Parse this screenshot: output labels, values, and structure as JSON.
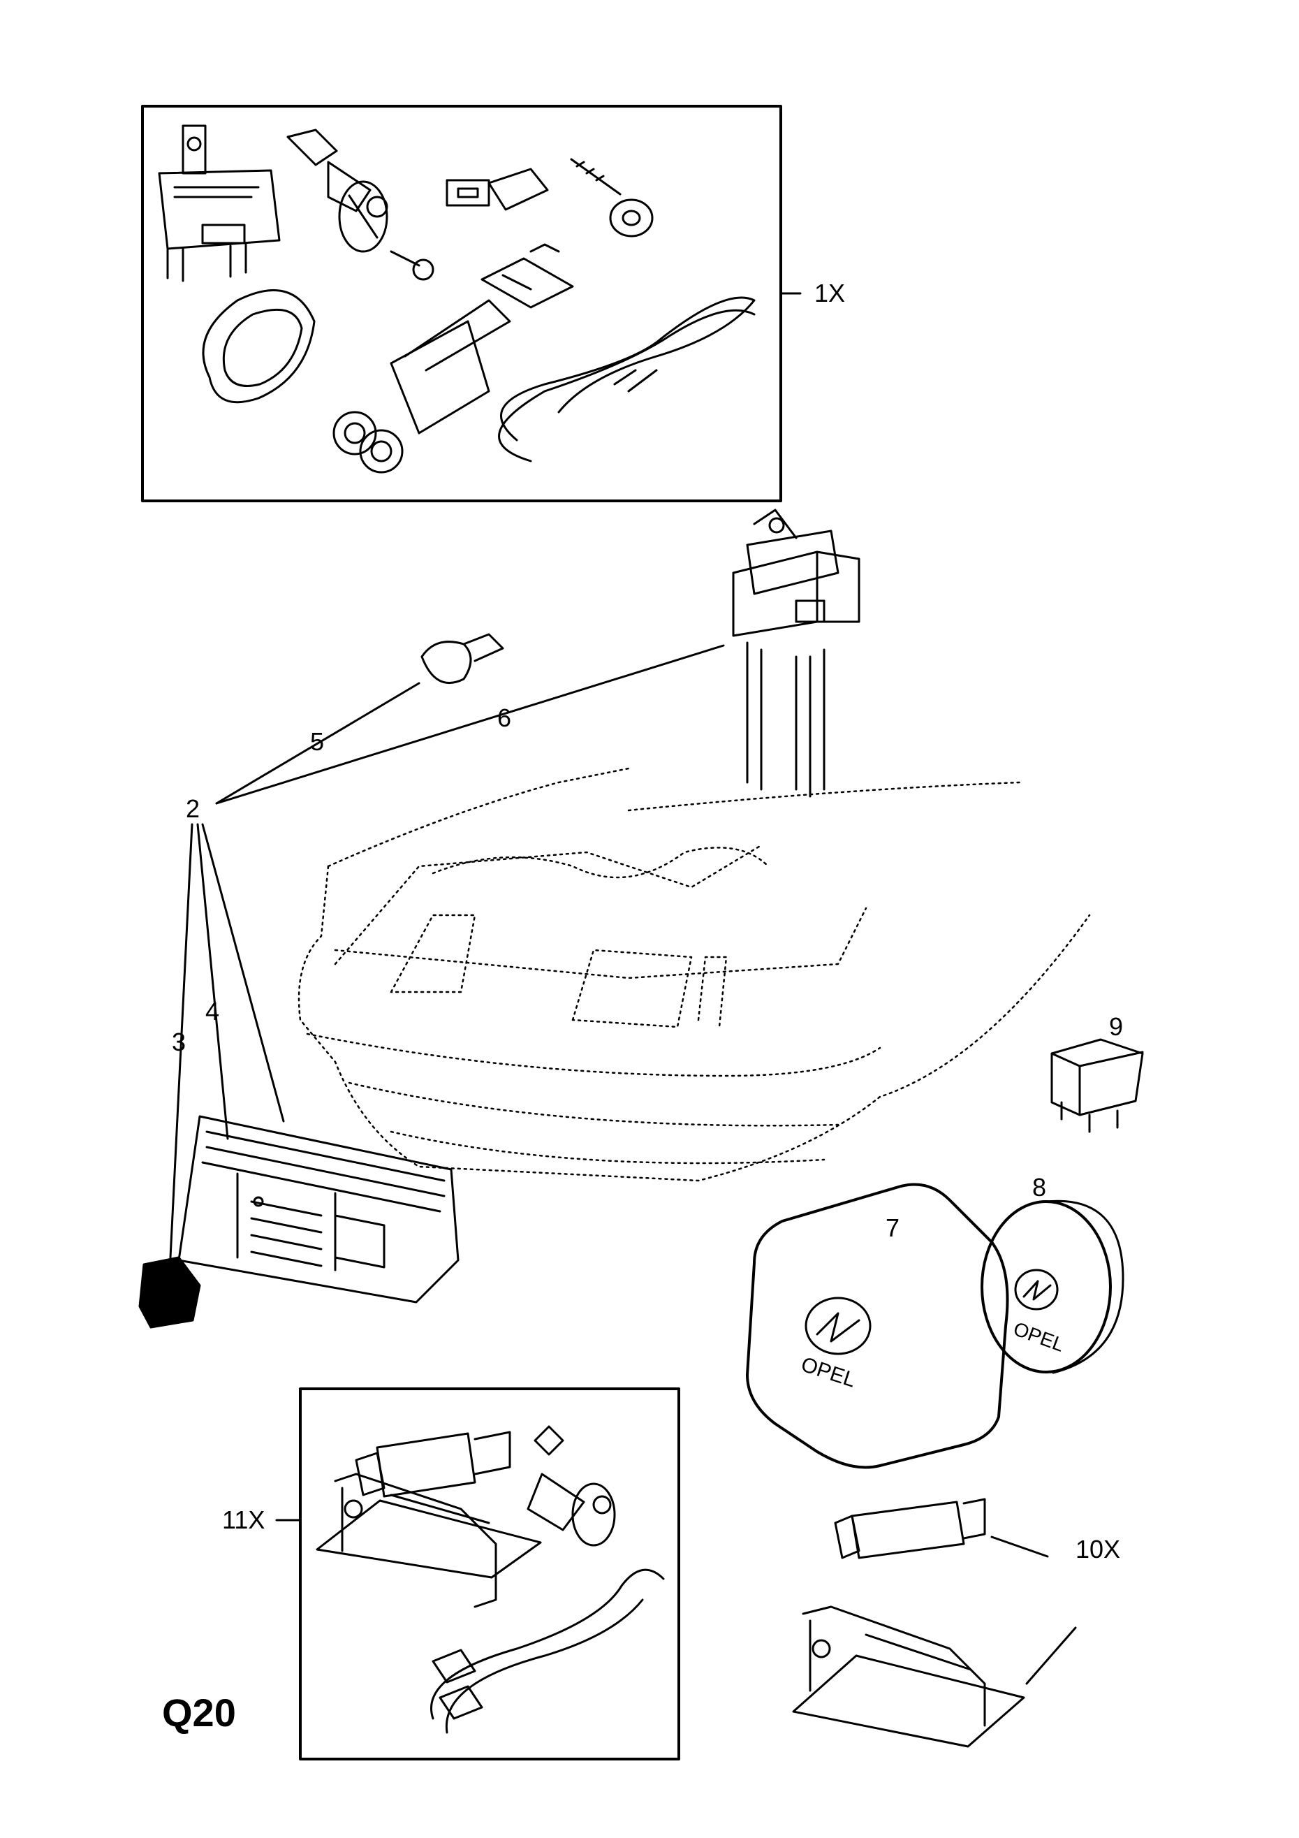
{
  "page_code": "Q20",
  "labels": {
    "l1x": "1X",
    "l2": "2",
    "l3": "3",
    "l4": "4",
    "l5": "5",
    "l6": "6",
    "l7": "7",
    "l8": "8",
    "l9": "9",
    "l10x": "10X",
    "l11x": "11X"
  },
  "logo_text": "OPEL"
}
